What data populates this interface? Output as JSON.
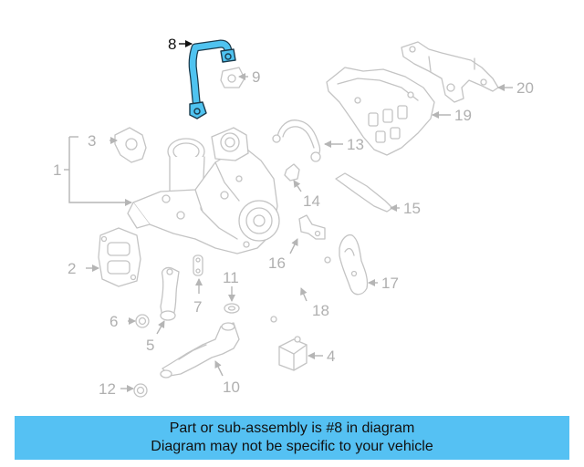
{
  "diagram": {
    "highlighted_part": "8",
    "callouts": [
      "1",
      "2",
      "3",
      "4",
      "5",
      "6",
      "7",
      "8",
      "9",
      "10",
      "11",
      "12",
      "13",
      "14",
      "15",
      "16",
      "17",
      "18",
      "19",
      "20"
    ]
  },
  "banner": {
    "line1": "Part or sub-assembly is #8 in diagram",
    "line2": "Diagram may not be specific to your vehicle",
    "background": "#55c1f3"
  },
  "colors": {
    "highlight": "#4fc3f0",
    "part_outline": "#c4c4c4"
  }
}
